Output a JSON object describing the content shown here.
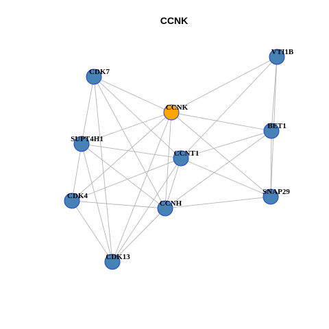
{
  "title": "CCNK",
  "colors": {
    "focus_node": "#ffa500",
    "node": "#4682b4",
    "node_border": "#1f3fcf",
    "edge": "#b3b3b3"
  },
  "nodes": [
    {
      "id": "CCNK",
      "label": "CCNK",
      "focus": true
    },
    {
      "id": "VTI1B",
      "label": "VTI1B",
      "focus": false
    },
    {
      "id": "CDK7",
      "label": "CDK7",
      "focus": false
    },
    {
      "id": "BET1",
      "label": "BET1",
      "focus": false
    },
    {
      "id": "SUPT4H1",
      "label": "SUPT4H1",
      "focus": false
    },
    {
      "id": "CCNT1",
      "label": "CCNT1",
      "focus": false
    },
    {
      "id": "SNAP29",
      "label": "SNAP29",
      "focus": false
    },
    {
      "id": "CDK4",
      "label": "CDK4",
      "focus": false
    },
    {
      "id": "CCNH",
      "label": "CCNH",
      "focus": false
    },
    {
      "id": "CDK13",
      "label": "CDK13",
      "focus": false
    }
  ],
  "edges": [
    [
      "CDK7",
      "SUPT4H1"
    ],
    [
      "CDK7",
      "CCNK"
    ],
    [
      "CDK7",
      "CCNT1"
    ],
    [
      "CDK7",
      "CCNH"
    ],
    [
      "CDK7",
      "CDK13"
    ],
    [
      "CCNK",
      "VTI1B"
    ],
    [
      "CCNK",
      "BET1"
    ],
    [
      "CCNK",
      "SNAP29"
    ],
    [
      "CCNK",
      "SUPT4H1"
    ],
    [
      "CCNK",
      "CDK4"
    ],
    [
      "CCNK",
      "CCNH"
    ],
    [
      "CCNK",
      "CDK13"
    ],
    [
      "VTI1B",
      "BET1"
    ],
    [
      "VTI1B",
      "SNAP29"
    ],
    [
      "VTI1B",
      "CCNT1"
    ],
    [
      "BET1",
      "SNAP29"
    ],
    [
      "BET1",
      "CCNT1"
    ],
    [
      "BET1",
      "CCNH"
    ],
    [
      "SUPT4H1",
      "CCNT1"
    ],
    [
      "SUPT4H1",
      "CDK4"
    ],
    [
      "SUPT4H1",
      "CCNH"
    ],
    [
      "SUPT4H1",
      "CDK13"
    ],
    [
      "CCNT1",
      "CDK4"
    ],
    [
      "CCNT1",
      "CCNH"
    ],
    [
      "CCNT1",
      "CDK13"
    ],
    [
      "CCNT1",
      "SNAP29"
    ],
    [
      "CDK4",
      "CCNH"
    ],
    [
      "CDK4",
      "CDK13"
    ],
    [
      "CCNH",
      "CDK13"
    ],
    [
      "CCNH",
      "SNAP29"
    ]
  ]
}
